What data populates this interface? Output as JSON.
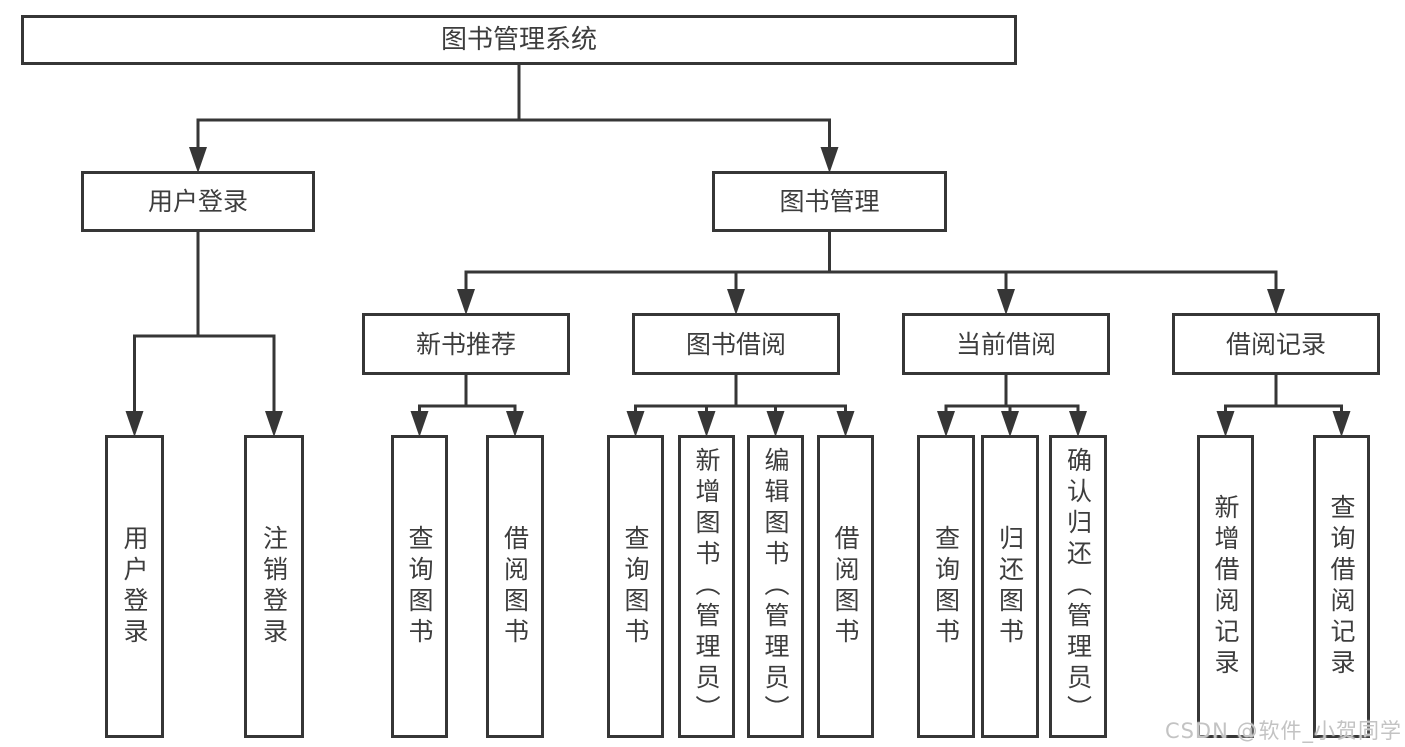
{
  "diagram": {
    "type": "tree",
    "title": "图书管理系统",
    "nodes": {
      "root": {
        "label": "图书管理系统",
        "level": 1
      },
      "user_login": {
        "label": "用户登录",
        "level": 2
      },
      "book_manage": {
        "label": "图书管理",
        "level": 2
      },
      "new_book_rec": {
        "label": "新书推荐",
        "level": 3
      },
      "book_borrow": {
        "label": "图书借阅",
        "level": 3
      },
      "current_borrow": {
        "label": "当前借阅",
        "level": 3
      },
      "borrow_records": {
        "label": "借阅记录",
        "level": 3
      },
      "leaf_user_login": {
        "label": "用户登录",
        "level": 4
      },
      "leaf_logout": {
        "label": "注销登录",
        "level": 4
      },
      "leaf_rec_query": {
        "label": "查询图书",
        "level": 4
      },
      "leaf_rec_borrow": {
        "label": "借阅图书",
        "level": 4
      },
      "leaf_bb_query": {
        "label": "查询图书",
        "level": 4
      },
      "leaf_bb_add": {
        "label": "新增图书（管理员）",
        "level": 4
      },
      "leaf_bb_edit": {
        "label": "编辑图书（管理员）",
        "level": 4
      },
      "leaf_bb_borrow": {
        "label": "借阅图书",
        "level": 4
      },
      "leaf_cur_query": {
        "label": "查询图书",
        "level": 4
      },
      "leaf_cur_return": {
        "label": "归还图书",
        "level": 4
      },
      "leaf_cur_confirm": {
        "label": "确认归还（管理员）",
        "level": 4
      },
      "leaf_br_add": {
        "label": "新增借阅记录",
        "level": 4
      },
      "leaf_br_query": {
        "label": "查询借阅记录",
        "level": 4
      }
    },
    "edges": [
      [
        "root",
        "user_login"
      ],
      [
        "root",
        "book_manage"
      ],
      [
        "user_login",
        "leaf_user_login"
      ],
      [
        "user_login",
        "leaf_logout"
      ],
      [
        "book_manage",
        "new_book_rec"
      ],
      [
        "book_manage",
        "book_borrow"
      ],
      [
        "book_manage",
        "current_borrow"
      ],
      [
        "book_manage",
        "borrow_records"
      ],
      [
        "new_book_rec",
        "leaf_rec_query"
      ],
      [
        "new_book_rec",
        "leaf_rec_borrow"
      ],
      [
        "book_borrow",
        "leaf_bb_query"
      ],
      [
        "book_borrow",
        "leaf_bb_add"
      ],
      [
        "book_borrow",
        "leaf_bb_edit"
      ],
      [
        "book_borrow",
        "leaf_bb_borrow"
      ],
      [
        "current_borrow",
        "leaf_cur_query"
      ],
      [
        "current_borrow",
        "leaf_cur_return"
      ],
      [
        "current_borrow",
        "leaf_cur_confirm"
      ],
      [
        "borrow_records",
        "leaf_br_add"
      ],
      [
        "borrow_records",
        "leaf_br_query"
      ]
    ]
  },
  "colors": {
    "line": "#363636",
    "box_border": "#363636",
    "text": "#3d3d3d",
    "background": "#ffffff",
    "watermark": "#c3c3c3"
  },
  "watermark": {
    "text": "CSDN @软件_小贺同学"
  }
}
